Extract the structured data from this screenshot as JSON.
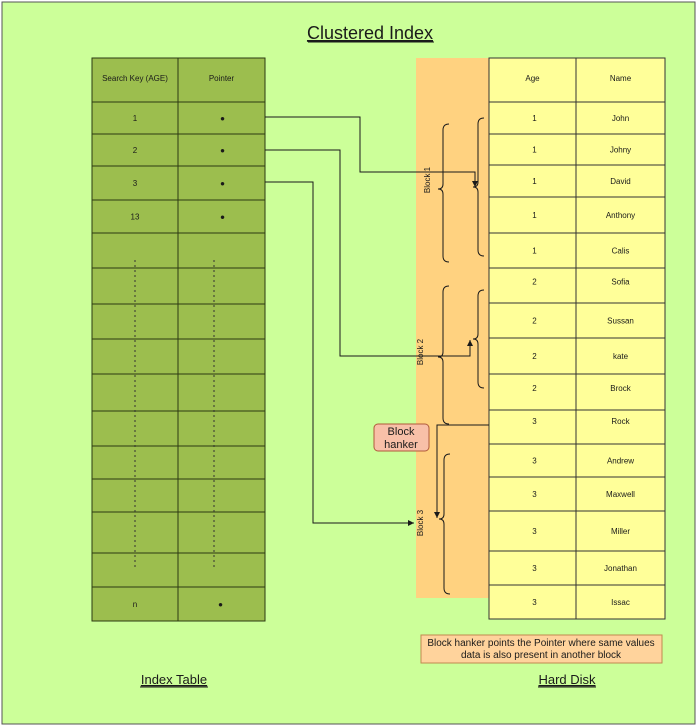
{
  "title": "Clustered Index",
  "colors": {
    "background": "#ccff99",
    "index_fill": "#9cbe4e",
    "index_stroke": "#2d3a12",
    "disk_fill": "#ffff99",
    "block_band": "#ffd280",
    "callout_fill": "#f8c0a8",
    "note_fill": "#ffd39c",
    "line": "#1a1a1a"
  },
  "index_table": {
    "label": "Index Table",
    "headers": [
      "Search Key (AGE)",
      "Pointer"
    ],
    "rows": [
      {
        "key": "1",
        "pointer": "•"
      },
      {
        "key": "2",
        "pointer": "•"
      },
      {
        "key": "3",
        "pointer": "•"
      },
      {
        "key": "13",
        "pointer": "•"
      }
    ],
    "last_row": {
      "key": "n",
      "pointer": "•"
    }
  },
  "hard_disk": {
    "label": "Hard Disk",
    "headers": [
      "Age",
      "Name"
    ],
    "rows": [
      {
        "age": "1",
        "name": "John"
      },
      {
        "age": "1",
        "name": "Johny"
      },
      {
        "age": "1",
        "name": "David"
      },
      {
        "age": "1",
        "name": "Anthony"
      },
      {
        "age": "1",
        "name": "Calis"
      },
      {
        "age": "2",
        "name": "Sofia"
      },
      {
        "age": "2",
        "name": "Sussan"
      },
      {
        "age": "2",
        "name": "kate"
      },
      {
        "age": "2",
        "name": "Brock"
      },
      {
        "age": "3",
        "name": "Rock"
      },
      {
        "age": "3",
        "name": "Andrew"
      },
      {
        "age": "3",
        "name": "Maxwell"
      },
      {
        "age": "3",
        "name": "Miller"
      },
      {
        "age": "3",
        "name": "Jonathan"
      },
      {
        "age": "3",
        "name": "Issac"
      }
    ]
  },
  "blocks": [
    "Block 1",
    "Block 2",
    "Block 3"
  ],
  "callout": {
    "line1": "Block",
    "line2": "hanker"
  },
  "note": {
    "line1": "Block hanker points the Pointer where same values",
    "line2": "data is also present in another block"
  }
}
